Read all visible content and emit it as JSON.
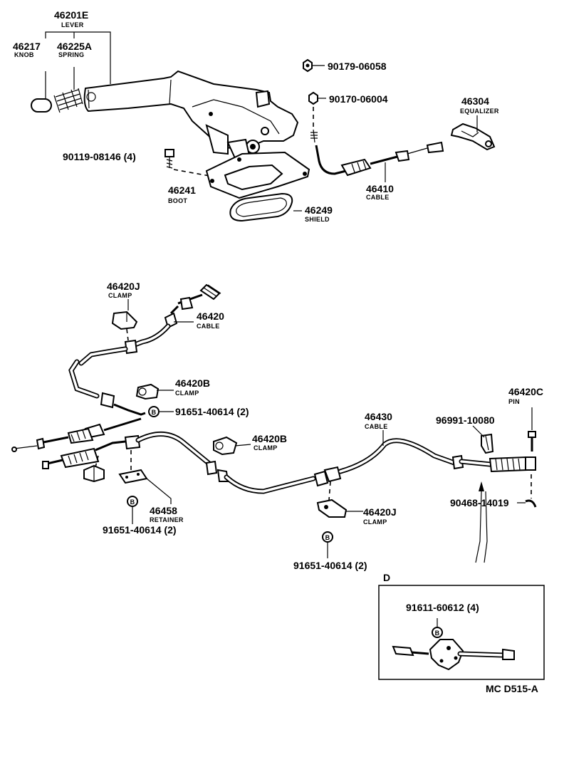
{
  "parts": {
    "lever": {
      "number": "46201E",
      "name": "LEVER"
    },
    "knob": {
      "number": "46217",
      "name": "KNOB"
    },
    "spring": {
      "number": "46225A",
      "name": "SPRING"
    },
    "nut": {
      "number": "90179-06058"
    },
    "nut2": {
      "number": "90170-06004"
    },
    "equalizer": {
      "number": "46304",
      "name": "EQUALIZER"
    },
    "bolt": {
      "number": "90119-08146 (4)"
    },
    "boot": {
      "number": "46241",
      "name": "BOOT"
    },
    "shield": {
      "number": "46249",
      "name": "SHIELD"
    },
    "cable_front": {
      "number": "46410",
      "name": "CABLE"
    },
    "clamp_j_top": {
      "number": "46420J",
      "name": "CLAMP"
    },
    "cable_rh": {
      "number": "46420",
      "name": "CABLE"
    },
    "clamp_b_top": {
      "number": "46420B",
      "name": "CLAMP"
    },
    "bolt_top": {
      "number": "91651-40614 (2)"
    },
    "cable_lh": {
      "number": "46430",
      "name": "CABLE"
    },
    "clip": {
      "number": "96991-10080"
    },
    "pin": {
      "number": "46420C",
      "name": "PIN"
    },
    "clamp_b_mid": {
      "number": "46420B",
      "name": "CLAMP"
    },
    "clip_pin": {
      "number": "90468-14019"
    },
    "retainer": {
      "number": "46458",
      "name": "RETAINER"
    },
    "bolt_retainer": {
      "number": "91651-40614 (2)"
    },
    "clamp_j_bottom": {
      "number": "46420J",
      "name": "CLAMP"
    },
    "bolt_bottom": {
      "number": "91651-40614 (2)"
    },
    "bolt_d": {
      "number": "91611-60612 (4)"
    }
  },
  "inset": {
    "label": "D"
  },
  "symbol": {
    "bolt_mark": "B"
  },
  "footer": {
    "code": "MC  D515-A"
  }
}
